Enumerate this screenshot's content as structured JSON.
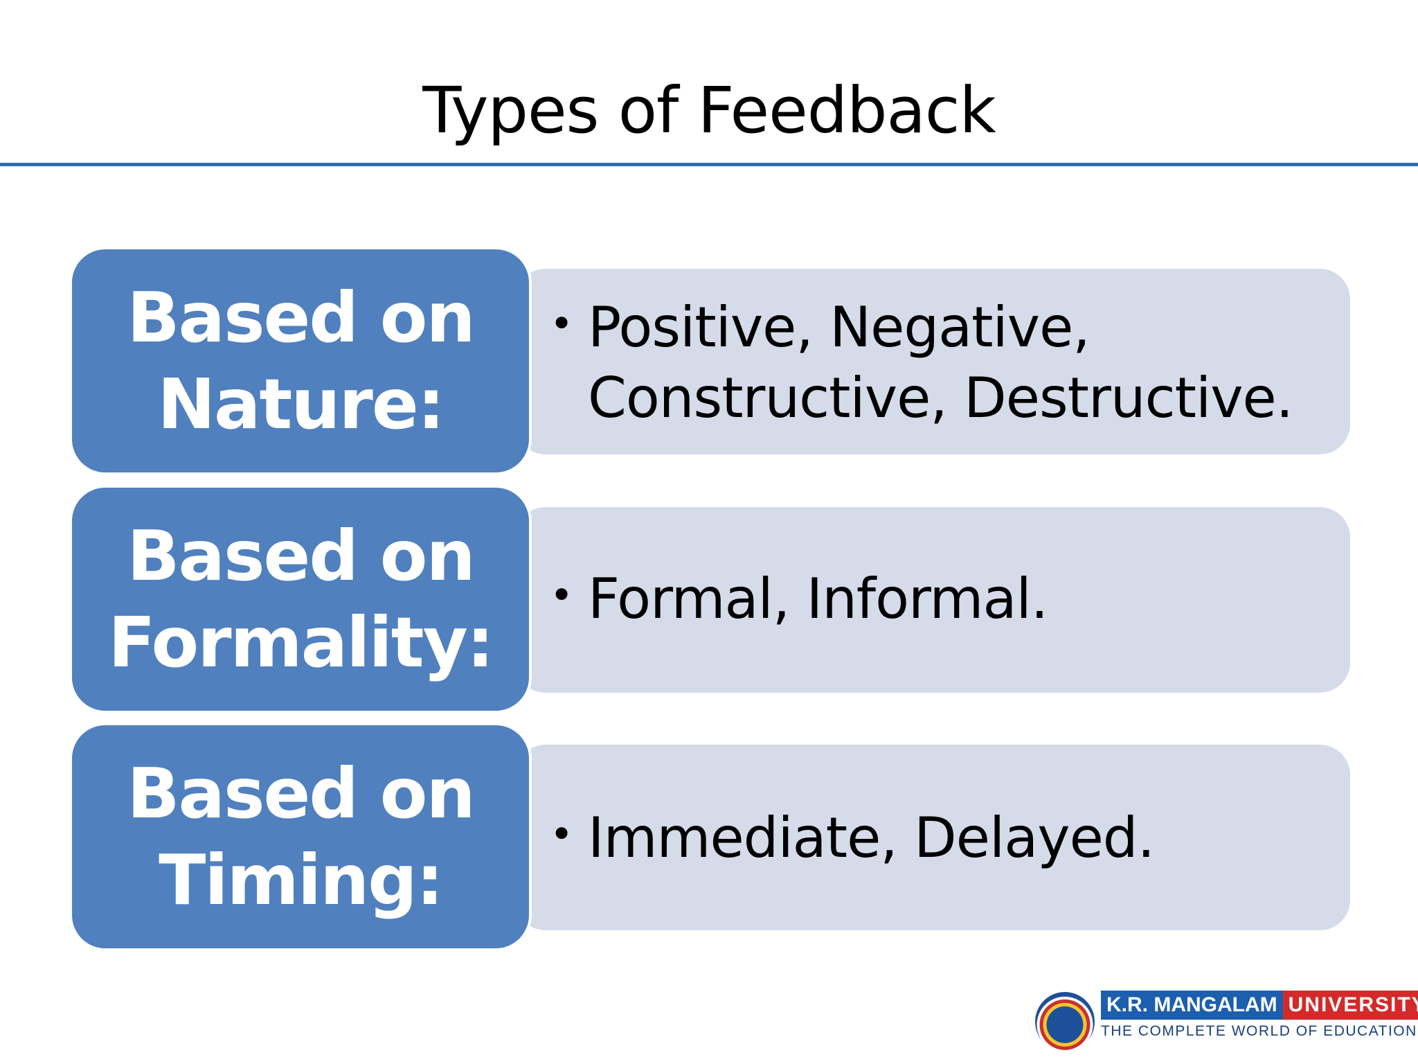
{
  "slide": {
    "title": "Types of Feedback"
  },
  "rows": [
    {
      "label_line1": "Based on",
      "label_line2": "Nature:",
      "bullet": "Positive, Negative, Constructive, Destructive."
    },
    {
      "label_line1": "Based on",
      "label_line2": "Formality:",
      "bullet": "Formal, Informal."
    },
    {
      "label_line1": "Based on",
      "label_line2": "Timing:",
      "bullet": "Immediate, Delayed."
    }
  ],
  "logo": {
    "name_part1": "K.R. MANGALAM",
    "name_part2": "UNIVERSITY",
    "tagline": "THE COMPLETE WORLD OF EDUCATION",
    "seal_icon": "university-seal-icon"
  },
  "colors": {
    "title_rule": "#2f6db5",
    "label_fill": "#5080be",
    "panel_fill": "#d5dbe8",
    "logo_blue": "#1b5fae",
    "logo_red": "#d42a2a"
  }
}
